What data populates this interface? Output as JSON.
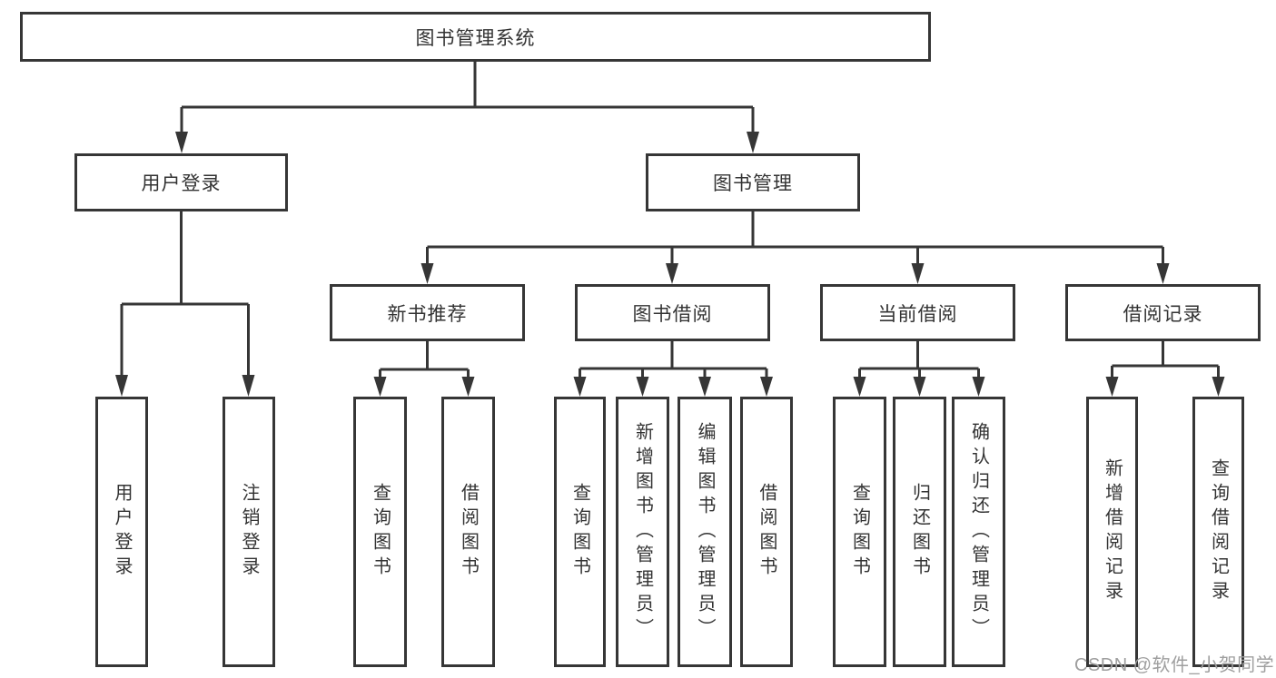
{
  "nodes": {
    "root": {
      "label": "图书管理系统"
    },
    "level2": [
      {
        "label": "用户登录"
      },
      {
        "label": "图书管理"
      }
    ],
    "level3": [
      {
        "label": "新书推荐"
      },
      {
        "label": "图书借阅"
      },
      {
        "label": "当前借阅"
      },
      {
        "label": "借阅记录"
      }
    ],
    "leaves": [
      {
        "label": "用户登录"
      },
      {
        "label": "注销登录"
      },
      {
        "label": "查询图书"
      },
      {
        "label": "借阅图书"
      },
      {
        "label": "查询图书"
      },
      {
        "label": "新增图书（管理员）"
      },
      {
        "label": "编辑图书（管理员）"
      },
      {
        "label": "借阅图书"
      },
      {
        "label": "查询图书"
      },
      {
        "label": "归还图书"
      },
      {
        "label": "确认归还（管理员）"
      },
      {
        "label": "新增借阅记录"
      },
      {
        "label": "查询借阅记录"
      }
    ]
  },
  "watermark": {
    "text": "CSDN @软件_小贺同学"
  },
  "colors": {
    "line": "#363636",
    "box_border": "#363636",
    "text": "#333333",
    "watermark": "#9f9f9f",
    "background": "#ffffff"
  }
}
